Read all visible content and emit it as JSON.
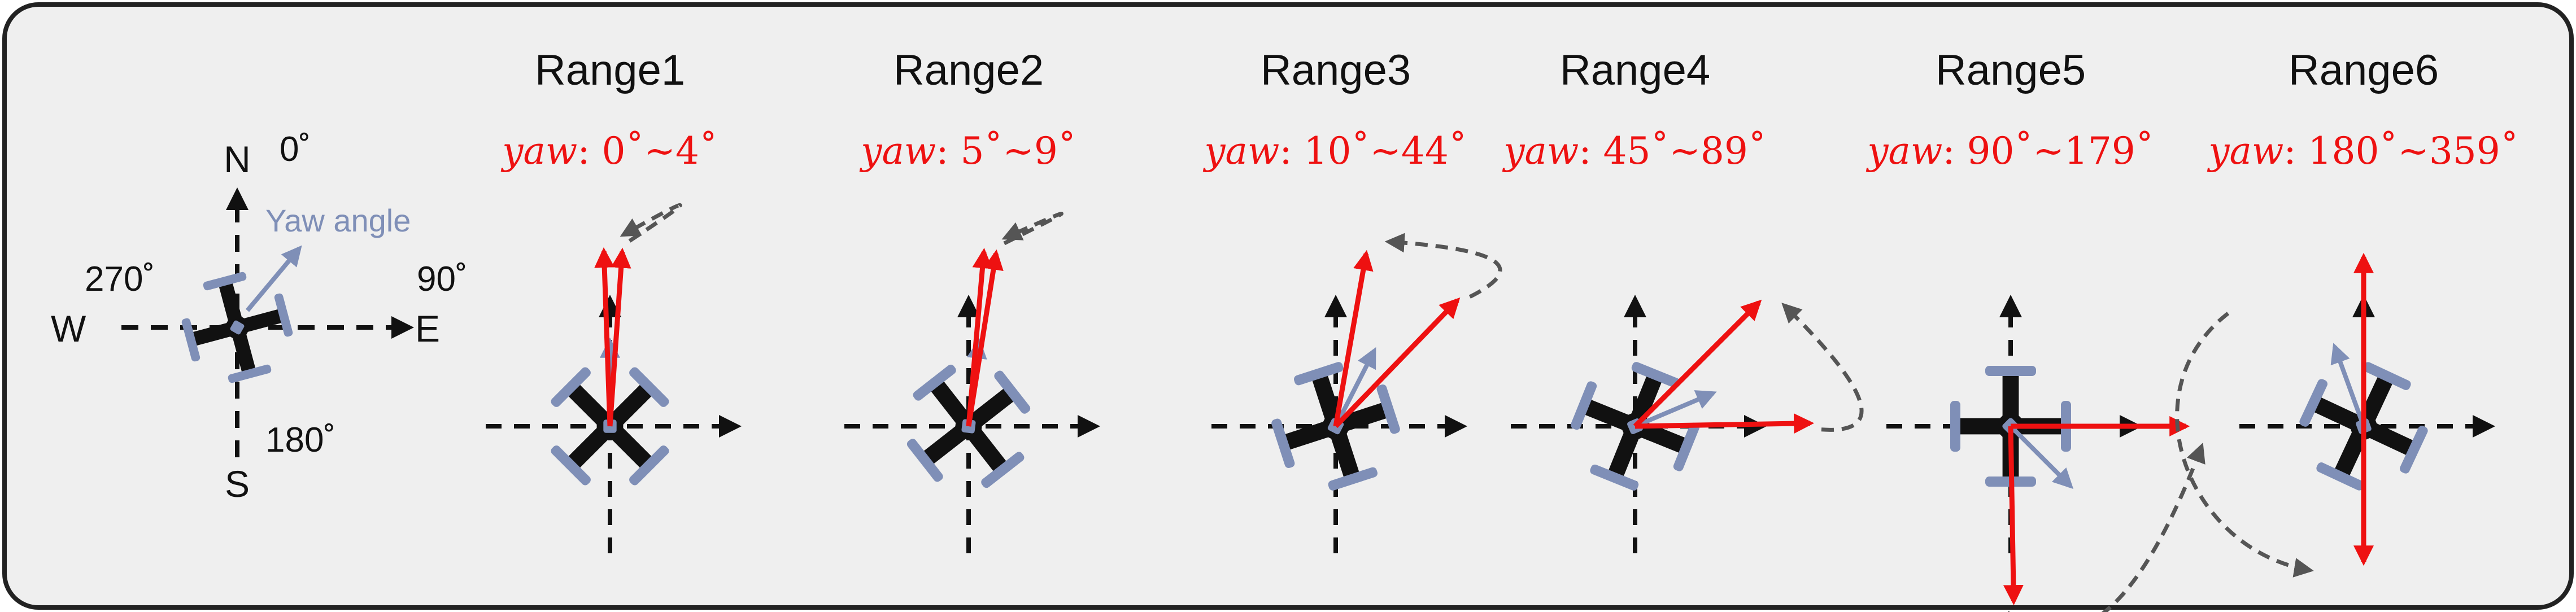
{
  "colors": {
    "background": "#efefef",
    "border": "#222222",
    "red_arrow": "#ee1111",
    "yaw_arrow": "#7f8fb7",
    "drone_arm": "#111111",
    "rotor": "#7f8fb7",
    "dashed": "#555555"
  },
  "legend": {
    "north": "N",
    "south": "S",
    "east": "E",
    "west": "W",
    "deg_north": "0˚",
    "deg_east": "90˚",
    "deg_south": "180˚",
    "deg_west": "270˚",
    "yaw_angle_label": "Yaw angle",
    "drone_heading_deg": 30
  },
  "ranges": [
    {
      "title": "Range1",
      "yaw_var": "yaw",
      "yaw_text": ": 0˚~4˚",
      "drone_heading_deg": 0,
      "red_arrows_deg": [
        -2,
        4
      ]
    },
    {
      "title": "Range2",
      "yaw_var": "yaw",
      "yaw_text": ": 5˚~9˚",
      "drone_heading_deg": 7,
      "red_arrows_deg": [
        5,
        9
      ]
    },
    {
      "title": "Range3",
      "yaw_var": "yaw",
      "yaw_text": ": 10˚~44˚",
      "drone_heading_deg": 27,
      "red_arrows_deg": [
        10,
        44
      ]
    },
    {
      "title": "Range4",
      "yaw_var": "yaw",
      "yaw_text": ": 45˚~89˚",
      "drone_heading_deg": 67,
      "red_arrows_deg": [
        45,
        89
      ]
    },
    {
      "title": "Range5",
      "yaw_var": "yaw",
      "yaw_text": ": 90˚~179˚",
      "drone_heading_deg": 135,
      "red_arrows_deg": [
        90,
        179
      ]
    },
    {
      "title": "Range6",
      "yaw_var": "yaw",
      "yaw_text": ": 180˚~359˚",
      "drone_heading_deg": 340,
      "red_arrows_deg": [
        0,
        180
      ]
    }
  ]
}
